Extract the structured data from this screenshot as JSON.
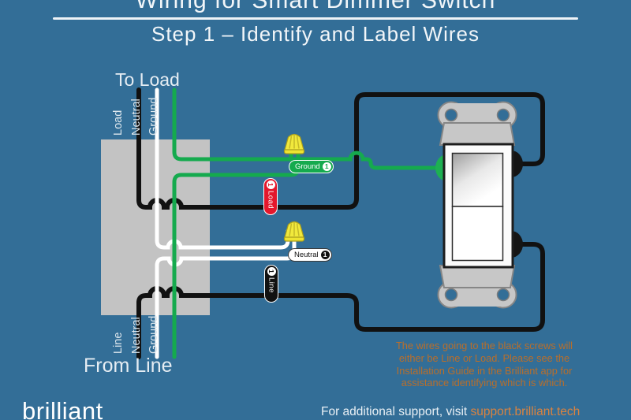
{
  "header": {
    "title": "Wiring for Smart Dimmer Switch",
    "subtitle": "Step 1 – Identify and Label Wires"
  },
  "diagram": {
    "top_feed_label": "To Load",
    "bottom_feed_label": "From Line",
    "top_wires": [
      "Load",
      "Neutral",
      "Ground"
    ],
    "bottom_wires": [
      "Line",
      "Neutral",
      "Ground"
    ],
    "tags": {
      "ground": {
        "label": "Ground",
        "number": "1"
      },
      "load": {
        "label": "Load",
        "number": "1"
      },
      "neutral": {
        "label": "Neutral",
        "number": "1"
      },
      "line": {
        "label": "Line",
        "number": "1"
      }
    },
    "note_lines": [
      "The wires going to the black screws will",
      "either be Line or Load.  Please see the",
      "Installation Guide in the Brilliant app for",
      "assistance identifying which is which."
    ]
  },
  "footer": {
    "logo": "brilliant",
    "support_prefix": "For additional support, visit ",
    "support_link": "support.brilliant.tech"
  },
  "colors": {
    "background": "#336e97",
    "wire_green": "#15aa4e",
    "wire_white": "#ffffff",
    "wire_black": "#111111",
    "tag_red": "#e4172c",
    "note_orange": "#b96e2b",
    "link_orange": "#da8340",
    "box_gray": "#c3c3c3"
  }
}
